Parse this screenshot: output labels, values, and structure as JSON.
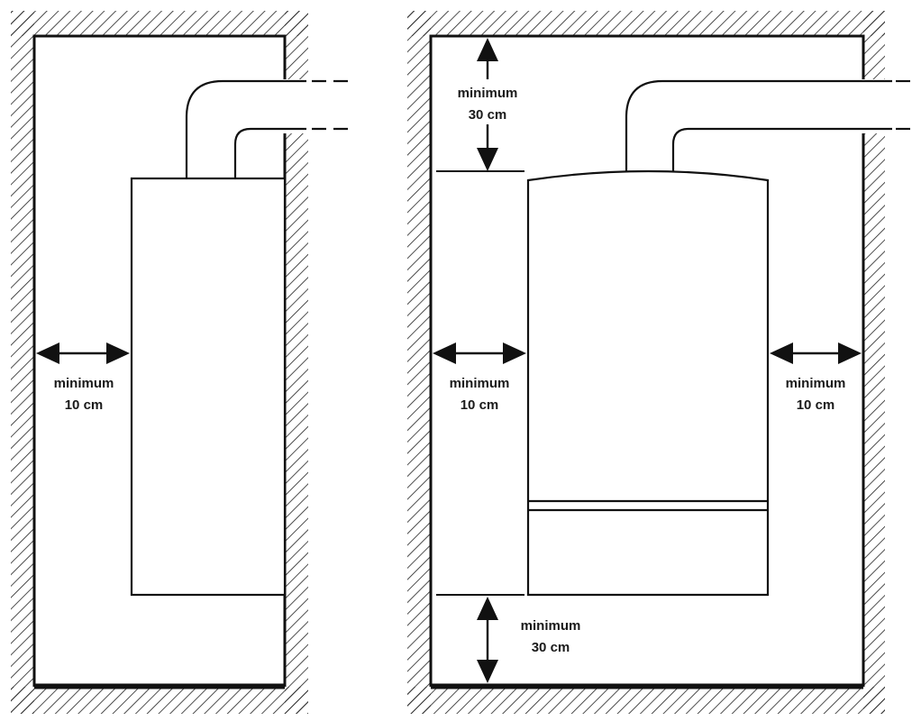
{
  "labels": {
    "left_side": [
      "minimum",
      "10 cm"
    ],
    "middle_side": [
      "minimum",
      "10 cm"
    ],
    "right_side": [
      "minimum",
      "10 cm"
    ],
    "top_clearance": [
      "minimum",
      "30 cm"
    ],
    "bottom_clearance": [
      "minimum",
      "30 cm"
    ]
  },
  "colors": {
    "line": "#111111",
    "hatch": "#222222",
    "background": "#ffffff"
  }
}
